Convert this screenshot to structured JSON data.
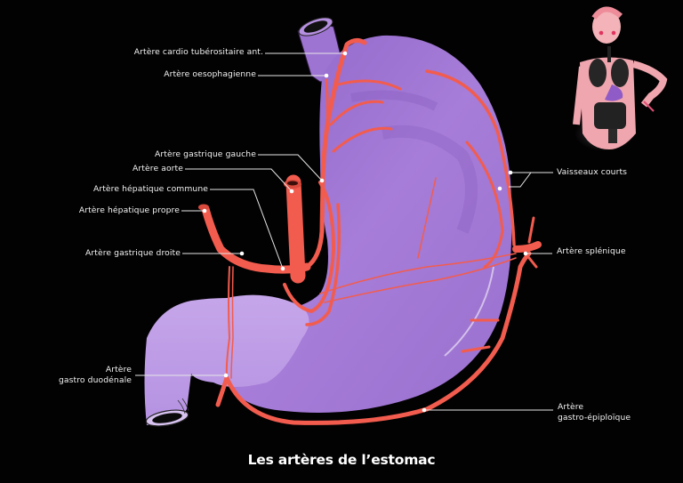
{
  "figure": {
    "title": "Les artères de l’estomac",
    "background_color": "#000000",
    "colors": {
      "stomach": "#a77ad6",
      "stomach_dark": "#8a5cc0",
      "artery": "#f25c4e",
      "leader_line": "#e6e6e6",
      "text": "#f2f2f2"
    }
  },
  "labels": {
    "cardio_tuberositaire": "Artère cardio tubérositaire ant.",
    "oesophagienne": "Artère oesophagienne",
    "gastrique_gauche": "Artère gastrique gauche",
    "aorte": "Artère aorte",
    "hepatique_commune": "Artère hépatique commune",
    "hepatique_propre": "Artère hépatique propre",
    "gastrique_droite": "Artère gastrique droite",
    "gastro_duodenale_line1": "Artère",
    "gastro_duodenale_line2": "gastro duodénale",
    "vaisseaux_courts": "Vaisseaux courts",
    "splenique": "Artère splénique",
    "gastro_epiploique_line1": "Artère",
    "gastro_epiploique_line2": "gastro-épiploïque"
  },
  "inset": {
    "description": "human-figure-with-organs",
    "highlight_organ": "stomach"
  }
}
